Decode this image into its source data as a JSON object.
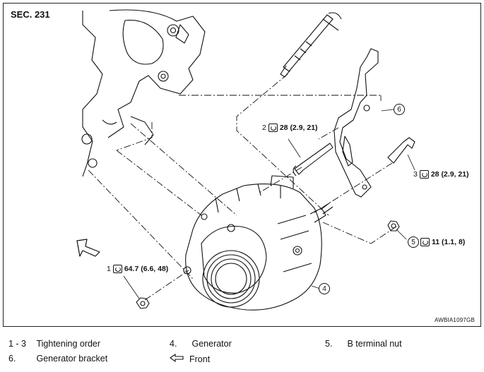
{
  "section": "SEC. 231",
  "figure_id": "AWBIA1097GB",
  "callouts": [
    {
      "num": "1",
      "torque": "64.7 (6.6, 48)"
    },
    {
      "num": "2",
      "torque": "28 (2.9, 21)"
    },
    {
      "num": "3",
      "torque": "28 (2.9, 21)"
    },
    {
      "num": "5",
      "torque": "11 (1.1, 8)"
    }
  ],
  "part_labels": {
    "generator": "4",
    "bracket": "6"
  },
  "legend": [
    {
      "num": "1 - 3",
      "text": "Tightening order"
    },
    {
      "num": "4.",
      "text": "Generator"
    },
    {
      "num": "5.",
      "text": "B terminal nut"
    },
    {
      "num": "6.",
      "text": "Generator bracket"
    },
    {
      "num": "",
      "text": "Front",
      "icon": "front-arrow-icon"
    }
  ]
}
